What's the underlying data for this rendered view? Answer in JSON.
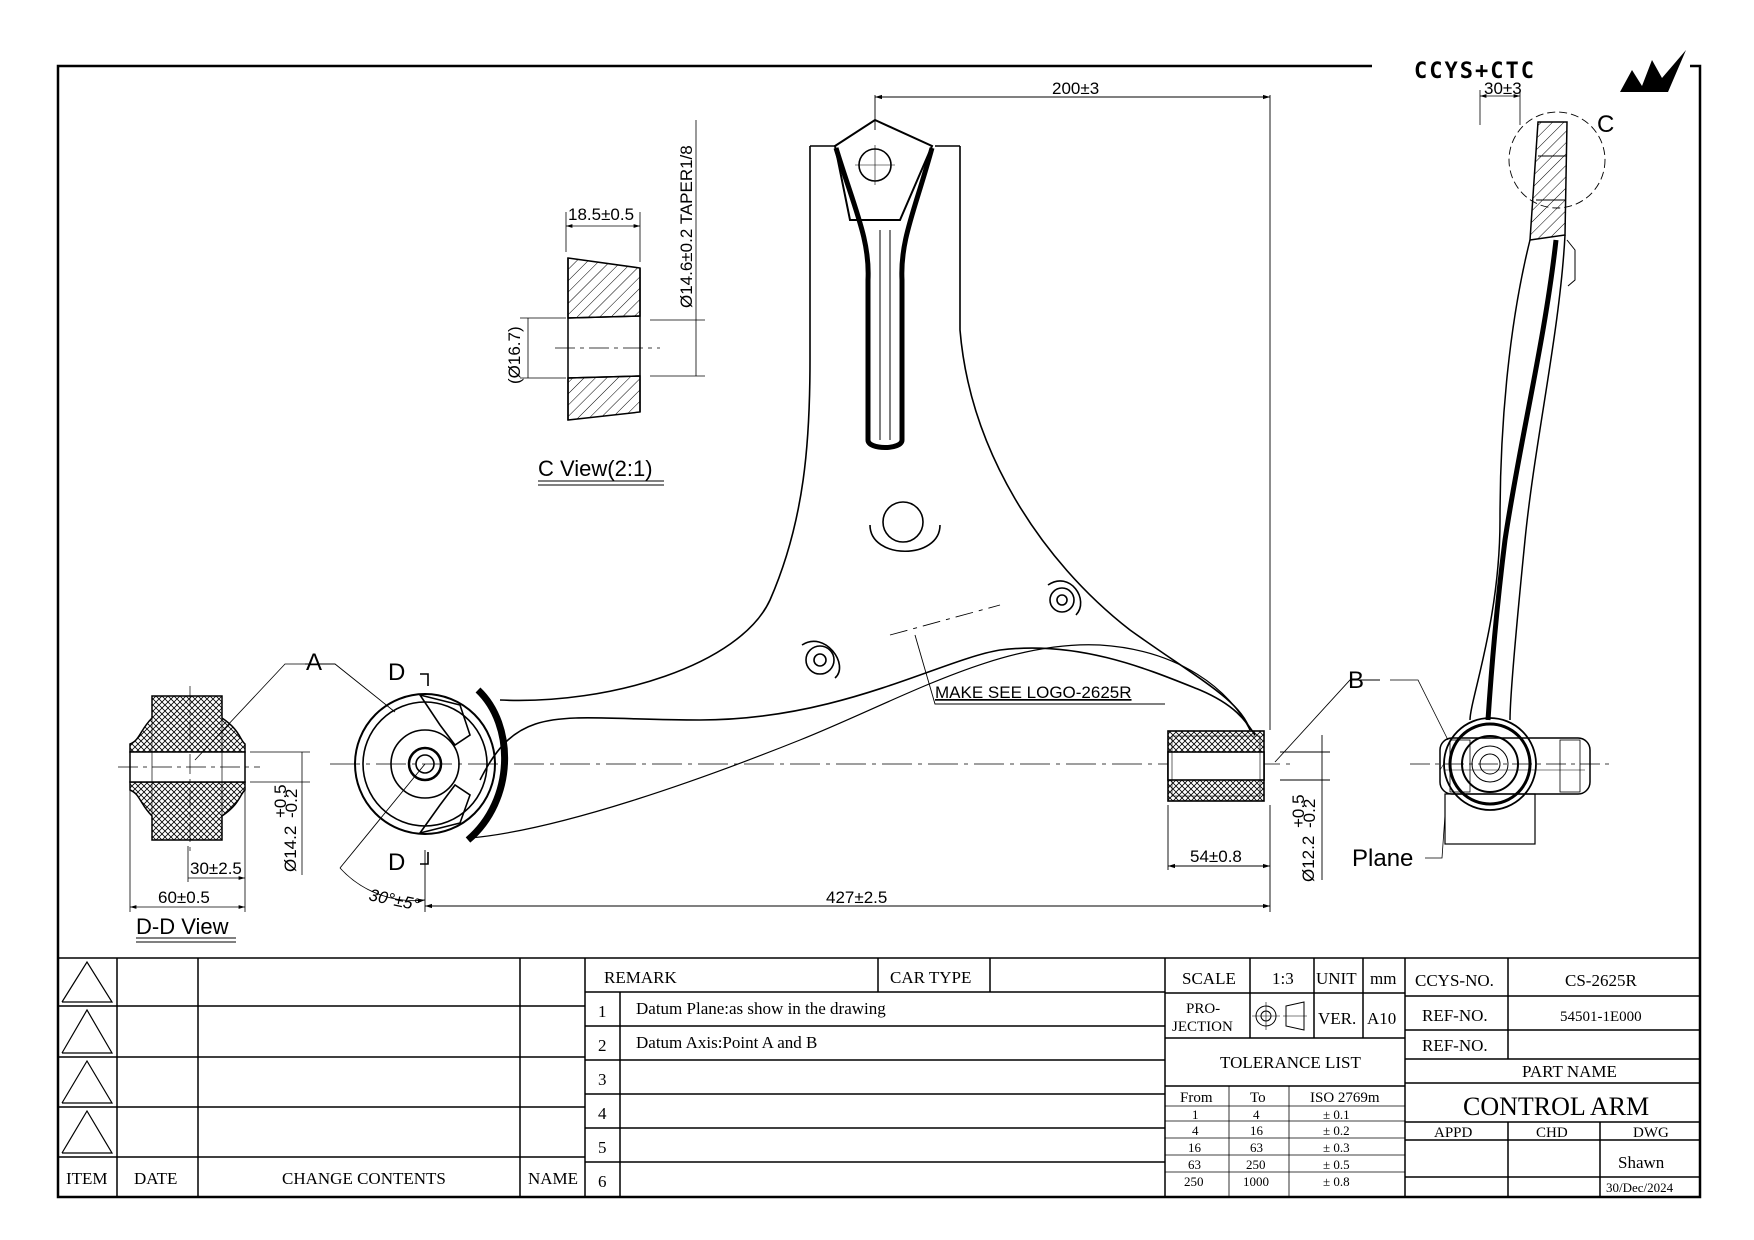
{
  "logo": {
    "brand": "CCYS+CTC"
  },
  "dimensions": {
    "width_200": "200±3",
    "width_30": "30±3",
    "c_width": "18.5±0.5",
    "c_taper": "Ø14.6±0.2 TAPER1/8",
    "c_ref_dia": "(Ø16.7)",
    "dd_width": "60±0.5",
    "dd_inner": "30±2.5",
    "dd_dia_base": "Ø14.2",
    "dd_dia_tol_up": "+0.5",
    "dd_dia_tol_dn": "-0.2",
    "bush_b_width": "54±0.8",
    "b_dia_base": "Ø12.2",
    "b_dia_tol_up": "+0.5",
    "b_dia_tol_dn": "-0.2",
    "overall_length": "427±2.5",
    "angle": "30°±5°"
  },
  "labels": {
    "c_view": "C View(2:1)",
    "dd_view": "D-D View",
    "point_a": "A",
    "point_b": "B",
    "point_c": "C",
    "section_d_top": "D",
    "section_d_bottom": "D",
    "plane": "Plane",
    "logo_note": "MAKE SEE LOGO-2625R"
  },
  "revision_table": {
    "headers": {
      "item": "ITEM",
      "date": "DATE",
      "change": "CHANGE CONTENTS",
      "name": "NAME"
    }
  },
  "remarks": {
    "header": "REMARK",
    "car_type": "CAR TYPE",
    "rows": [
      {
        "num": "1",
        "text": "Datum Plane:as show in the drawing"
      },
      {
        "num": "2",
        "text": "Datum Axis:Point A and B"
      },
      {
        "num": "3",
        "text": ""
      },
      {
        "num": "4",
        "text": ""
      },
      {
        "num": "5",
        "text": ""
      },
      {
        "num": "6",
        "text": ""
      }
    ]
  },
  "title_block": {
    "scale_label": "SCALE",
    "scale_value": "1:3",
    "unit_label": "UNIT",
    "unit_value": "mm",
    "projection_line1": "PRO-",
    "projection_line2": "JECTION",
    "ver_label": "VER.",
    "ver_value": "A10",
    "tolerance_title": "TOLERANCE LIST",
    "tolerance_headers": {
      "from": "From",
      "to": "To",
      "std": "ISO 2769m"
    },
    "tolerance_rows": [
      {
        "from": "1",
        "to": "4",
        "tol": "± 0.1"
      },
      {
        "from": "4",
        "to": "16",
        "tol": "± 0.2"
      },
      {
        "from": "16",
        "to": "63",
        "tol": "± 0.3"
      },
      {
        "from": "63",
        "to": "250",
        "tol": "± 0.5"
      },
      {
        "from": "250",
        "to": "1000",
        "tol": "± 0.8"
      }
    ],
    "ccys_label": "CCYS-NO.",
    "ccys_value": "CS-2625R",
    "ref1_label": "REF-NO.",
    "ref1_value": "54501-1E000",
    "ref2_label": "REF-NO.",
    "ref2_value": "",
    "part_name_label": "PART NAME",
    "part_name": "CONTROL ARM",
    "appd": "APPD",
    "chd": "CHD",
    "dwg": "DWG",
    "drawn_by": "Shawn",
    "date": "30/Dec/2024"
  }
}
